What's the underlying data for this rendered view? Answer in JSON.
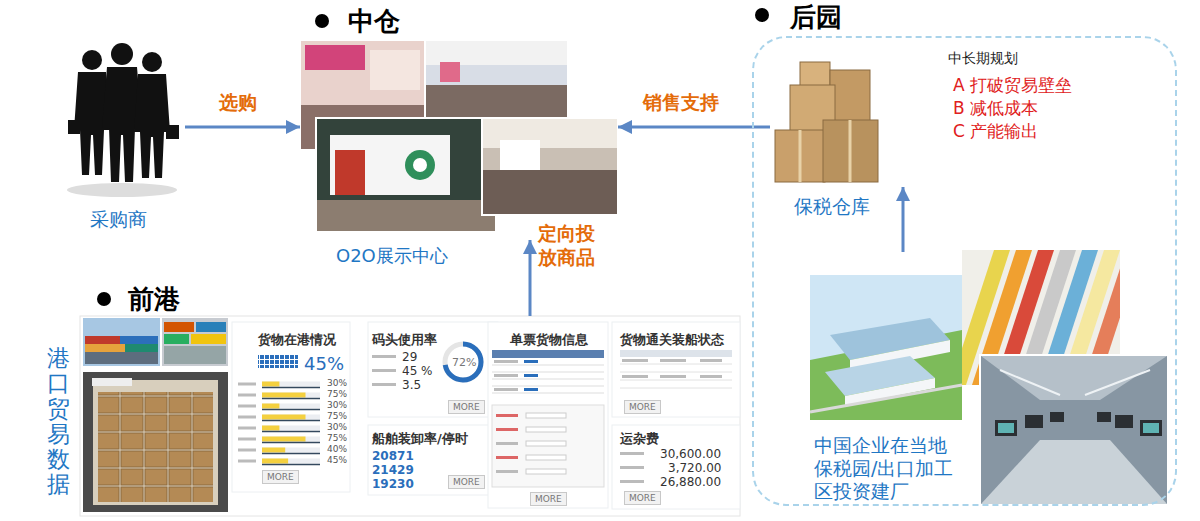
{
  "diagram": {
    "nodes": [
      {
        "text": [
          "采购商"
        ]
      },
      {
        "text": [
          "中仓",
          "O2O展示中心"
        ]
      },
      {
        "text": [
          "后园"
        ]
      },
      {
        "text": [
          "保税仓库"
        ],
        "in": 2
      },
      {
        "text": [
          "中国企业在当地保税园/出口加工区投资建厂"
        ],
        "in": 2
      },
      {
        "text": [
          "前港",
          "港口贸易数据"
        ]
      },
      {
        "text": [
          "货物在港情况",
          "45%",
          "30%",
          "75%",
          "30%",
          "75%",
          "30%",
          "75%",
          "40%",
          "45%",
          "MORE"
        ],
        "in": 5
      },
      {
        "text": [
          "码头使用率",
          "29",
          "45 %",
          "3.5",
          "72%",
          "MORE"
        ],
        "in": 5
      },
      {
        "text": [
          "船舶装卸率/停时",
          "20871",
          "21429",
          "19230",
          "MORE"
        ],
        "in": 5
      },
      {
        "text": [
          "单票货物信息",
          "MORE"
        ],
        "in": 5
      },
      {
        "text": [
          "货物通关装船状态",
          "MORE"
        ],
        "in": 5
      },
      {
        "text": [
          "运杂费",
          "30,600.00",
          "3,720.00",
          "26,880.00",
          "MORE"
        ],
        "in": 5
      }
    ],
    "edges": [
      {
        "from": 0,
        "to": 1,
        "label": "选购",
        "arrow": "to"
      },
      {
        "from": 3,
        "to": 1,
        "label": "销售支持",
        "arrow": "to"
      },
      {
        "from": 4,
        "to": 3,
        "arrow": "to"
      },
      {
        "from": 5,
        "to": 1,
        "label": "定向投放商品",
        "arrow": "to"
      }
    ],
    "labels": [
      "中长期规划",
      "A 打破贸易壁垒",
      "B 减低成本",
      "C 产能输出"
    ]
  }
}
